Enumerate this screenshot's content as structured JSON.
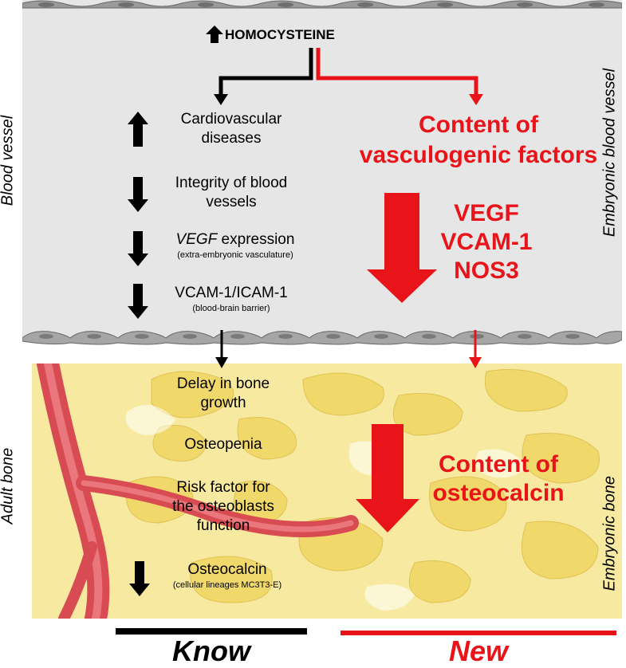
{
  "header": {
    "title": "HOMOCYSTEINE"
  },
  "side_labels": {
    "left_top": "Blood vessel",
    "left_bottom": "Adult bone",
    "right_top": "Embryonic blood vessel",
    "right_bottom": "Embryonic bone"
  },
  "known_vessel": [
    {
      "line1": "Cardiovascular",
      "line2": "diseases",
      "note": "",
      "direction": "up"
    },
    {
      "line1": "Integrity of blood",
      "line2": "vessels",
      "note": "",
      "direction": "down"
    },
    {
      "line1": "VEGF",
      "line1_suffix": " expression",
      "line2": "",
      "note": "(extra-embryonic  vasculature)",
      "direction": "down"
    },
    {
      "line1": "VCAM-1/ICAM-1",
      "line2": "",
      "note": "(blood-brain barrier)",
      "direction": "down"
    }
  ],
  "known_bone": [
    {
      "line1": "Delay in bone",
      "line2": "growth"
    },
    {
      "line1": "Osteopenia"
    },
    {
      "line1": "Risk factor for",
      "line2": "the osteoblasts",
      "line3": "function"
    },
    {
      "line1": "Osteocalcin",
      "note": "(cellular lineages MC3T3-E)",
      "direction": "down"
    }
  ],
  "new_vessel": {
    "title_line1": "Content of",
    "title_line2": "vasculogenic factors",
    "factors": [
      "VEGF",
      "VCAM-1",
      "NOS3"
    ]
  },
  "new_bone": {
    "title_line1": "Content of",
    "title_line2": "osteocalcin"
  },
  "footer": {
    "known_label": "Know",
    "new_label": "New"
  },
  "colors": {
    "red": "#e8141a",
    "black": "#000000",
    "vessel_bg": "#e6e6e6",
    "bone_yellow": "#f5e27a",
    "vessel_red": "#d94b52"
  }
}
